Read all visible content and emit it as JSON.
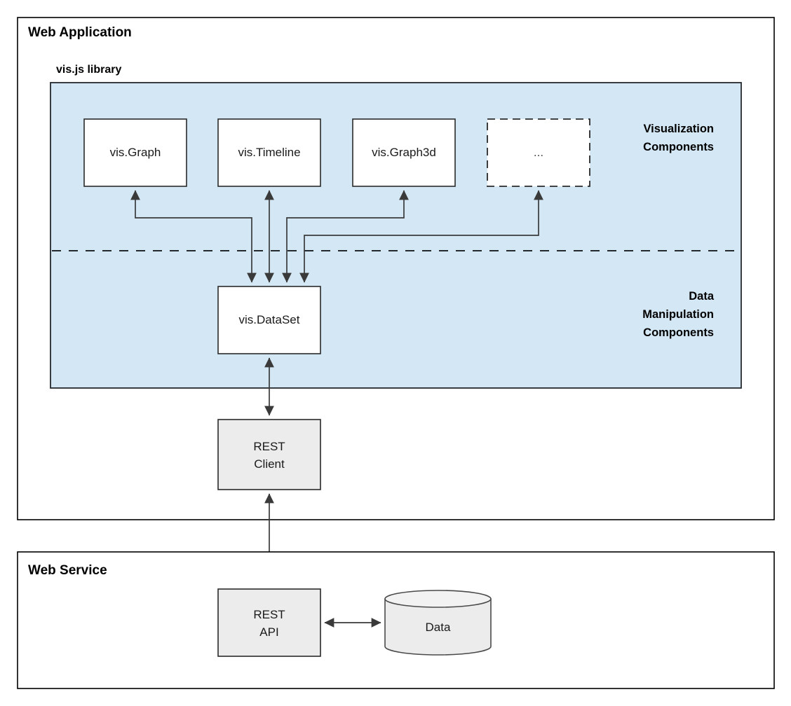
{
  "diagram": {
    "type": "architecture-block-diagram",
    "background": "#ffffff",
    "colors": {
      "library_panel_fill": "#d4e7f5",
      "node_fill": "#ffffff",
      "service_node_fill": "#ececec",
      "stroke": "#2a2a2a"
    },
    "panels": [
      {
        "id": "web-application",
        "title": "Web Application"
      },
      {
        "id": "web-service",
        "title": "Web Service"
      }
    ],
    "library": {
      "title": "vis.js library",
      "zones": [
        {
          "id": "visualization",
          "label_lines": [
            "Visualization",
            "Components"
          ]
        },
        {
          "id": "data-manipulation",
          "label_lines": [
            "Data",
            "Manipulation",
            "Components"
          ]
        }
      ]
    },
    "nodes": {
      "vis_graph": {
        "label": "vis.Graph",
        "style": "solid"
      },
      "vis_timeline": {
        "label": "vis.Timeline",
        "style": "solid"
      },
      "vis_graph3d": {
        "label": "vis.Graph3d",
        "style": "solid"
      },
      "vis_more": {
        "label": "...",
        "style": "dashed"
      },
      "vis_dataset": {
        "label": "vis.DataSet",
        "style": "solid"
      },
      "rest_client": {
        "label_lines": [
          "REST",
          "Client"
        ],
        "style": "gray"
      },
      "rest_api": {
        "label_lines": [
          "REST",
          "API"
        ],
        "style": "gray"
      },
      "data_store": {
        "label": "Data",
        "style": "cylinder"
      }
    },
    "connections": [
      {
        "from": "vis_dataset",
        "to": "vis_graph",
        "arrows": "both"
      },
      {
        "from": "vis_dataset",
        "to": "vis_timeline",
        "arrows": "both"
      },
      {
        "from": "vis_dataset",
        "to": "vis_graph3d",
        "arrows": "both"
      },
      {
        "from": "vis_dataset",
        "to": "vis_more",
        "arrows": "both"
      },
      {
        "from": "rest_client",
        "to": "vis_dataset",
        "arrows": "both"
      },
      {
        "from": "rest_api",
        "to": "rest_client",
        "arrows": "both"
      },
      {
        "from": "rest_api",
        "to": "data_store",
        "arrows": "both"
      }
    ]
  }
}
